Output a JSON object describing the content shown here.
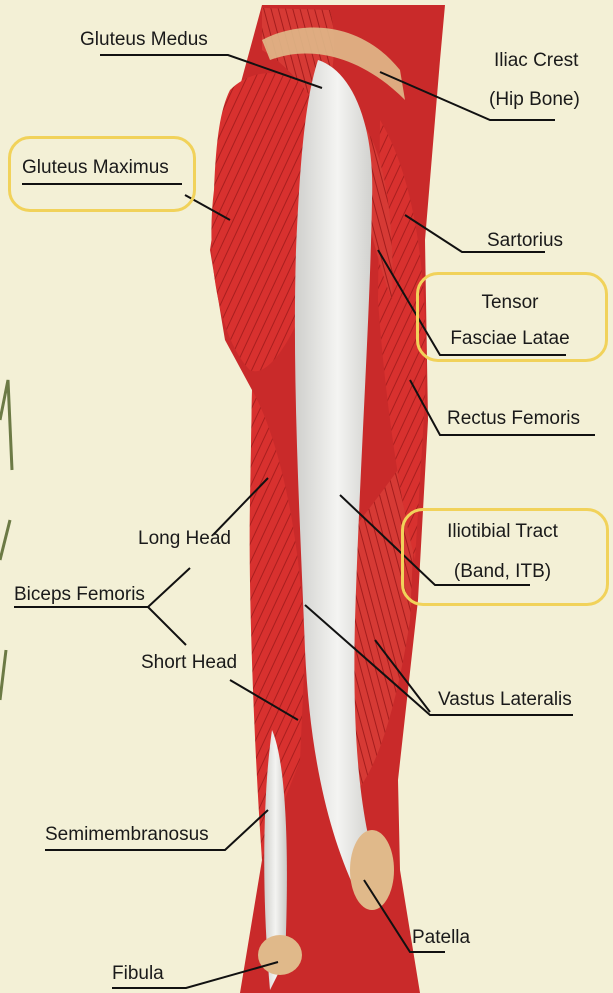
{
  "labels": {
    "gluteus_medus": "Gluteus Medus",
    "iliac_crest_1": "Iliac Crest",
    "iliac_crest_2": "(Hip Bone)",
    "gluteus_maximus": "Gluteus Maximus",
    "sartorius": "Sartorius",
    "tensor_1": "Tensor",
    "tensor_2": "Fasciae Latae",
    "rectus_femoris": "Rectus Femoris",
    "long_head": "Long Head",
    "iliotibial_1": "Iliotibial Tract",
    "iliotibial_2": "(Band, ITB)",
    "biceps_femoris": "Biceps Femoris",
    "short_head": "Short Head",
    "vastus_lateralis": "Vastus Lateralis",
    "semimembranosus": "Semimembranosus",
    "patella": "Patella",
    "fibula": "Fibula"
  },
  "colors": {
    "background": "#f3f0d6",
    "muscle": "#d8312f",
    "muscle_dark": "#a91f1f",
    "tendon": "#e8e7e3",
    "highlight": "#f1d25a",
    "bone": "#e0b98a"
  }
}
